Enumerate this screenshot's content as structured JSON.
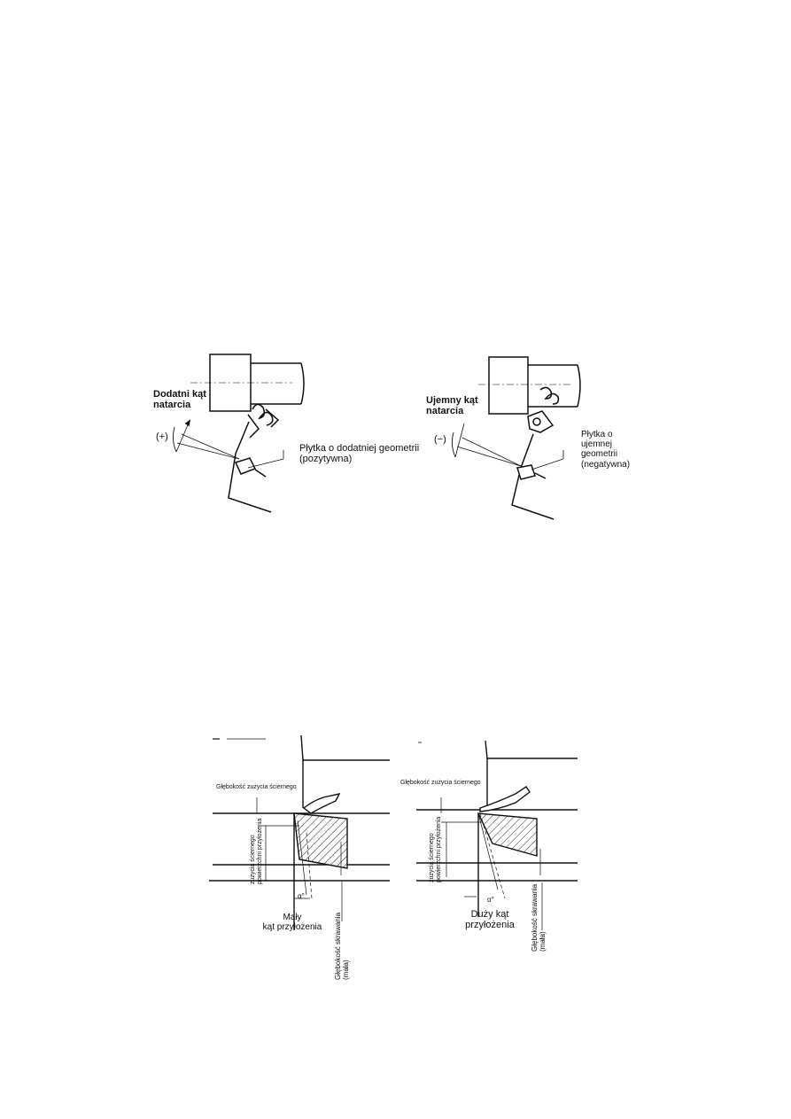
{
  "figure1": {
    "left": {
      "angle_label_line1": "Dodatni kąt",
      "angle_label_line2": "natarcia",
      "sign": "(+)",
      "insert_label_line1": "Płytka o dodatniej geometrii",
      "insert_label_line2": "(pozytywna)"
    },
    "right": {
      "angle_label_line1": "Ujemny kąt",
      "angle_label_line2": "natarcia",
      "sign": "(−)",
      "insert_label_line1": "Płytka o",
      "insert_label_line2": "ujemnej",
      "insert_label_line3": "geometrii",
      "insert_label_line4": "(negatywna)"
    }
  },
  "figure2": {
    "left": {
      "depth_label": "Głębokość zużycia ściernego",
      "wear_label_line1": "zużycia ściernego",
      "wear_label_line2": "powierzchni przyłożenia",
      "alpha": "α°",
      "angle_line1": "Mały",
      "angle_line2": "kąt przyłożenia",
      "notch_line1": "Głębokość skrawania",
      "notch_line2": "(mała)"
    },
    "right": {
      "depth_label": "Głębokość zużycia ściernego",
      "wear_label_line1": "zużycia ściernego",
      "wear_label_line2": "powierzchni przyłożenia",
      "alpha": "α°",
      "angle_line1": "Duży kąt",
      "angle_line2": "przyłożenia",
      "notch_line1": "Głębokość skrawania",
      "notch_line2": "(mała)"
    }
  }
}
